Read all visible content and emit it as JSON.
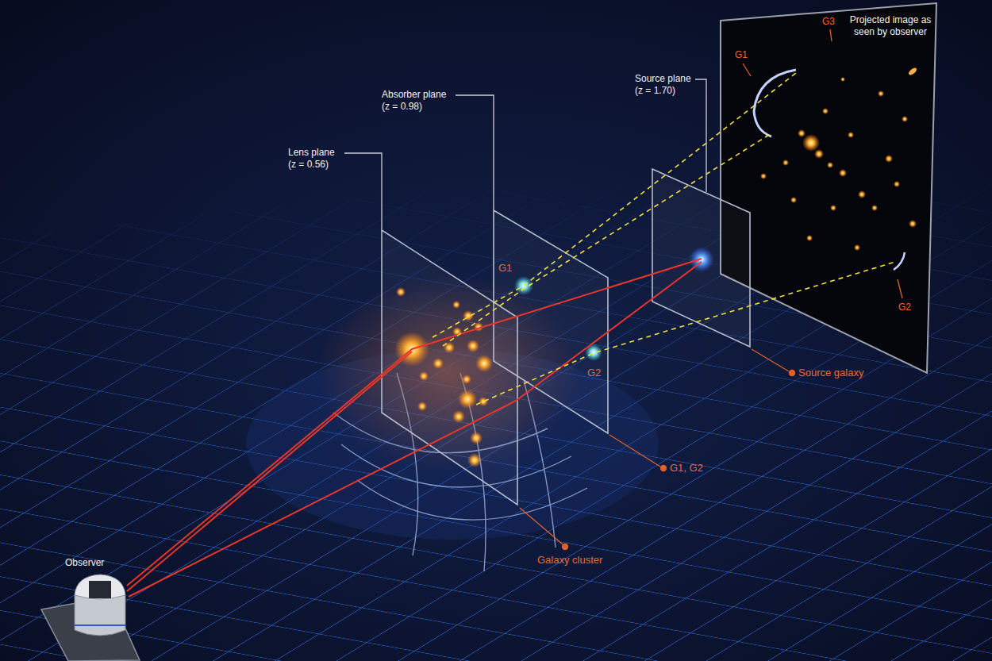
{
  "diagram": {
    "labels": [
      "Projected image as seen by observer",
      "G3",
      "G1",
      "Source plane (z = 1.70)",
      "Absorber plane (z = 0.98)",
      "Lens plane (z = 0.56)",
      "G1",
      "G2",
      "G2",
      "Source galaxy",
      "G1, G2",
      "Galaxy cluster",
      "Observer"
    ]
  }
}
